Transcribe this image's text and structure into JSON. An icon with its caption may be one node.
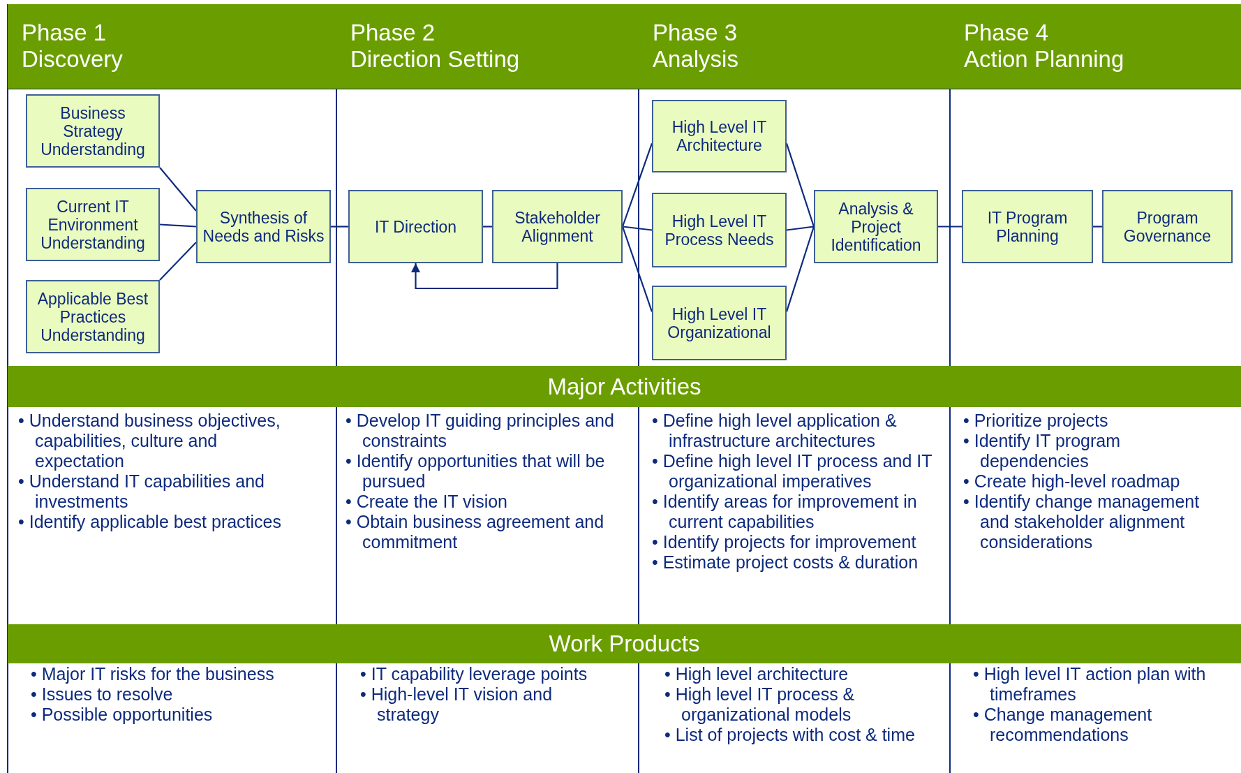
{
  "diagram": {
    "nodes": [
      {
        "text": [
          "Phase 1",
          "Discovery"
        ]
      },
      {
        "text": [
          "Phase 2",
          "Direction Setting"
        ]
      },
      {
        "text": [
          "Phase 3",
          "Analysis"
        ]
      },
      {
        "text": [
          "Phase 4",
          "Action Planning"
        ]
      },
      {
        "text": [
          "Business Strategy Understanding"
        ]
      },
      {
        "text": [
          "Current IT Environment Understanding"
        ]
      },
      {
        "text": [
          "Applicable Best Practices Understanding"
        ]
      },
      {
        "text": [
          "Synthesis of Needs and Risks"
        ]
      },
      {
        "text": [
          "IT Direction"
        ]
      },
      {
        "text": [
          "Stakeholder Alignment"
        ]
      },
      {
        "text": [
          "High Level IT Architecture"
        ]
      },
      {
        "text": [
          "High Level IT Process Needs"
        ]
      },
      {
        "text": [
          "High Level IT Organizational"
        ]
      },
      {
        "text": [
          "Analysis & Project Identification"
        ]
      },
      {
        "text": [
          "IT Program Planning"
        ]
      },
      {
        "text": [
          "Program Governance"
        ]
      },
      {
        "text": [
          "Major Activities"
        ]
      },
      {
        "text": [
          "Work Products"
        ]
      }
    ],
    "edges": [
      {
        "from": 4,
        "to": 7,
        "arrow": "none"
      },
      {
        "from": 5,
        "to": 7,
        "arrow": "none"
      },
      {
        "from": 6,
        "to": 7,
        "arrow": "none"
      },
      {
        "from": 7,
        "to": 8,
        "arrow": "none"
      },
      {
        "from": 8,
        "to": 9,
        "arrow": "none"
      },
      {
        "from": 9,
        "to": 8,
        "arrow": "to"
      },
      {
        "from": 9,
        "to": 10,
        "arrow": "none"
      },
      {
        "from": 9,
        "to": 11,
        "arrow": "none"
      },
      {
        "from": 9,
        "to": 12,
        "arrow": "none"
      },
      {
        "from": 10,
        "to": 13,
        "arrow": "none"
      },
      {
        "from": 11,
        "to": 13,
        "arrow": "none"
      },
      {
        "from": 12,
        "to": 13,
        "arrow": "none"
      },
      {
        "from": 13,
        "to": 14,
        "arrow": "none"
      },
      {
        "from": 14,
        "to": 15,
        "arrow": "none"
      }
    ],
    "labels": [
      "• Understand business objectives, capabilities, culture and expectation",
      "• Understand IT capabilities and investments",
      "• Identify applicable best practices",
      "• Develop IT guiding principles and constraints",
      "• Identify opportunities that will be pursued",
      "• Create the IT vision",
      "• Obtain business agreement and commitment",
      "• Define high level application & infrastructure architectures",
      "• Define high level IT process and IT organizational imperatives",
      "• Identify areas for improvement in current capabilities",
      "• Identify projects for improvement",
      "• Estimate project costs & duration",
      "• Prioritize projects",
      "• Identify IT program dependencies",
      "• Create high-level roadmap",
      "• Identify change management and stakeholder alignment considerations",
      "• Major IT risks for the business",
      "• Issues to resolve",
      "• Possible opportunities",
      "• IT capability leverage points",
      "• High-level IT vision and strategy",
      "• High level architecture",
      "• High level IT process & organizational models",
      "• List of projects with cost & time",
      "• High level IT action plan with timeframes",
      "• Change management recommendations"
    ]
  }
}
